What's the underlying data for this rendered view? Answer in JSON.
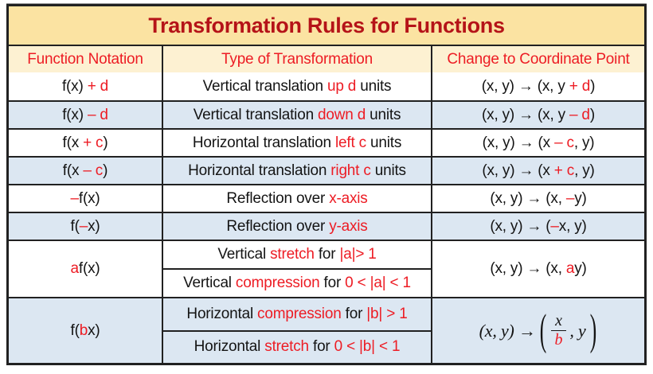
{
  "colors": {
    "gold": "#FBE3A2",
    "cream": "#FDF1D2",
    "blue": "#DCE7F2",
    "red": "#ED1C24",
    "darkred": "#B51318",
    "border": "#212121"
  },
  "title": "Transformation Rules for Functions",
  "headers": [
    "Function Notation",
    "Type of Transformation",
    "Change to Coordinate Point"
  ],
  "arrow": "→",
  "rows": [
    {
      "bg": "white",
      "notation": [
        {
          "t": "f(x) ",
          "c": "k"
        },
        {
          "t": "+ d",
          "c": "r"
        }
      ],
      "type": [
        {
          "t": "Vertical translation ",
          "c": "k"
        },
        {
          "t": "up d",
          "c": "r"
        },
        {
          "t": " units",
          "c": "k"
        }
      ],
      "coord": [
        {
          "t": "(x, y) → (x, y ",
          "c": "k"
        },
        {
          "t": "+ d",
          "c": "r"
        },
        {
          "t": ")",
          "c": "k"
        }
      ]
    },
    {
      "bg": "blue",
      "notation": [
        {
          "t": "f(x) ",
          "c": "k"
        },
        {
          "t": "– d",
          "c": "r"
        }
      ],
      "type": [
        {
          "t": "Vertical translation ",
          "c": "k"
        },
        {
          "t": "down d",
          "c": "r"
        },
        {
          "t": " units",
          "c": "k"
        }
      ],
      "coord": [
        {
          "t": "(x, y) → (x, y ",
          "c": "k"
        },
        {
          "t": "– d",
          "c": "r"
        },
        {
          "t": ")",
          "c": "k"
        }
      ]
    },
    {
      "bg": "white",
      "notation": [
        {
          "t": "f(x ",
          "c": "k"
        },
        {
          "t": "+ c",
          "c": "r"
        },
        {
          "t": ")",
          "c": "k"
        }
      ],
      "type": [
        {
          "t": "Horizontal translation ",
          "c": "k"
        },
        {
          "t": "left c",
          "c": "r"
        },
        {
          "t": " units",
          "c": "k"
        }
      ],
      "coord": [
        {
          "t": "(x, y) → (x ",
          "c": "k"
        },
        {
          "t": "– c",
          "c": "r"
        },
        {
          "t": ", y)",
          "c": "k"
        }
      ]
    },
    {
      "bg": "blue",
      "notation": [
        {
          "t": "f(x ",
          "c": "k"
        },
        {
          "t": "– c",
          "c": "r"
        },
        {
          "t": ")",
          "c": "k"
        }
      ],
      "type": [
        {
          "t": "Horizontal translation ",
          "c": "k"
        },
        {
          "t": "right c",
          "c": "r"
        },
        {
          "t": " units",
          "c": "k"
        }
      ],
      "coord": [
        {
          "t": "(x, y) → (x ",
          "c": "k"
        },
        {
          "t": "+ c",
          "c": "r"
        },
        {
          "t": ", y)",
          "c": "k"
        }
      ]
    },
    {
      "bg": "white",
      "notation": [
        {
          "t": "–",
          "c": "r"
        },
        {
          "t": "f(x)",
          "c": "k"
        }
      ],
      "type": [
        {
          "t": "Reflection over ",
          "c": "k"
        },
        {
          "t": "x-axis",
          "c": "r"
        }
      ],
      "coord": [
        {
          "t": "(x, y) → (x, ",
          "c": "k"
        },
        {
          "t": "–",
          "c": "r"
        },
        {
          "t": "y)",
          "c": "k"
        }
      ]
    },
    {
      "bg": "blue",
      "notation": [
        {
          "t": "f(",
          "c": "k"
        },
        {
          "t": "–",
          "c": "r"
        },
        {
          "t": "x)",
          "c": "k"
        }
      ],
      "type": [
        {
          "t": "Reflection over ",
          "c": "k"
        },
        {
          "t": "y-axis",
          "c": "r"
        }
      ],
      "coord": [
        {
          "t": "(x, y) → (",
          "c": "k"
        },
        {
          "t": "–",
          "c": "r"
        },
        {
          "t": "x, y)",
          "c": "k"
        }
      ]
    },
    {
      "bg": "white",
      "group": "a",
      "notation": [
        {
          "t": "a",
          "c": "r"
        },
        {
          "t": "f(x)",
          "c": "k"
        }
      ],
      "type_rows": [
        [
          {
            "t": "Vertical ",
            "c": "k"
          },
          {
            "t": "stretch",
            "c": "r"
          },
          {
            "t": " for ",
            "c": "k"
          },
          {
            "t": "|a|> 1",
            "c": "r"
          }
        ],
        [
          {
            "t": "Vertical ",
            "c": "k"
          },
          {
            "t": "compression",
            "c": "r"
          },
          {
            "t": " for ",
            "c": "k"
          },
          {
            "t": "0 < |a| < 1",
            "c": "r"
          }
        ]
      ],
      "coord": [
        {
          "t": "(x, y) → (x, ",
          "c": "k"
        },
        {
          "t": "a",
          "c": "r"
        },
        {
          "t": "y)",
          "c": "k"
        }
      ]
    },
    {
      "bg": "blue",
      "group": "b",
      "notation": [
        {
          "t": "f(",
          "c": "k"
        },
        {
          "t": "b",
          "c": "r"
        },
        {
          "t": "x)",
          "c": "k"
        }
      ],
      "type_rows": [
        [
          {
            "t": "Horizontal ",
            "c": "k"
          },
          {
            "t": "compression",
            "c": "r"
          },
          {
            "t": " for ",
            "c": "k"
          },
          {
            "t": "|b| > 1",
            "c": "r"
          }
        ],
        [
          {
            "t": "Horizontal ",
            "c": "k"
          },
          {
            "t": "stretch",
            "c": "r"
          },
          {
            "t": " for ",
            "c": "k"
          },
          {
            "t": "0 < |b| < 1",
            "c": "r"
          }
        ]
      ],
      "coord_math": {
        "pre": "(x, y) →",
        "open": "(",
        "num": "x",
        "den": "b",
        "post": ", y",
        "close": ")"
      }
    }
  ]
}
